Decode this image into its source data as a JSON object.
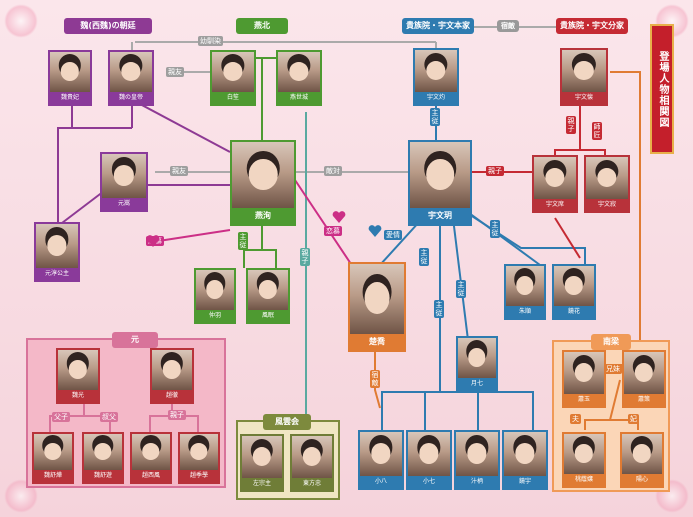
{
  "title": "登場人物相関図",
  "groups": {
    "wei": "魏(西魏)の朝廷",
    "yan": "燕北",
    "yuwen_main": "貴族院・宇文本家",
    "gorin": "宿敵",
    "yuwen_branch": "貴族院・宇文分家",
    "yuan": "元",
    "fuun": "風雲会",
    "nanliang": "南梁"
  },
  "people": {
    "weigui": "魏貴妃",
    "weiemperor": "魏の皇帝",
    "baishi": "白笙",
    "yanshi": "燕世城",
    "yuwenxi": "宇文灼",
    "yuwenhuai": "宇文懐",
    "yuansong": "元嵩",
    "yanxun": "燕洵",
    "yuwenyue": "宇文玥",
    "yuwenxing": "宇文席",
    "yuwenjing": "宇文寂",
    "yuanchun": "元淳公主",
    "zhongyu": "仲羽",
    "fengmian": "風眠",
    "chuqiao": "楚喬",
    "zhuchen": "朱順",
    "jingwei": "鏡花",
    "yueqi": "月七",
    "weiguang": "魏光",
    "zhaoche": "趙徹",
    "weishuyu": "魏舒燁",
    "weishuyou": "魏舒遊",
    "zhaoxifeng": "趙西風",
    "zhaochexue": "趙季學",
    "zuozongzhu": "左宗主",
    "dongfangyu": "東方忠",
    "xiaoba": "小八",
    "xiaoqi": "小七",
    "wenyu": "汁柄",
    "mingyi": "鏡宇",
    "xiaoyun": "蕭玉",
    "xiaoce": "蕭策",
    "yuanchu": "桃蔭嬢",
    "yangci": "陽心"
  },
  "relations": {
    "ally": "幼馴染",
    "friend": "親友",
    "friend2": "親友",
    "enemy": "宿敵",
    "rival": "敵対",
    "love1": "恋慕",
    "love2": "恋慕",
    "love3": "愛情",
    "master": "主従",
    "master2": "主従",
    "master3": "主従",
    "master4": "主従",
    "master5": "主従",
    "teacher": "師匠",
    "father": "父子",
    "cousin": "叔父",
    "parent": "親子",
    "sibling": "兄妹",
    "husband": "夫",
    "wife": "妃",
    "kin1": "親子",
    "kin2": "親子",
    "zhu": "主従",
    "bond": "親子"
  }
}
